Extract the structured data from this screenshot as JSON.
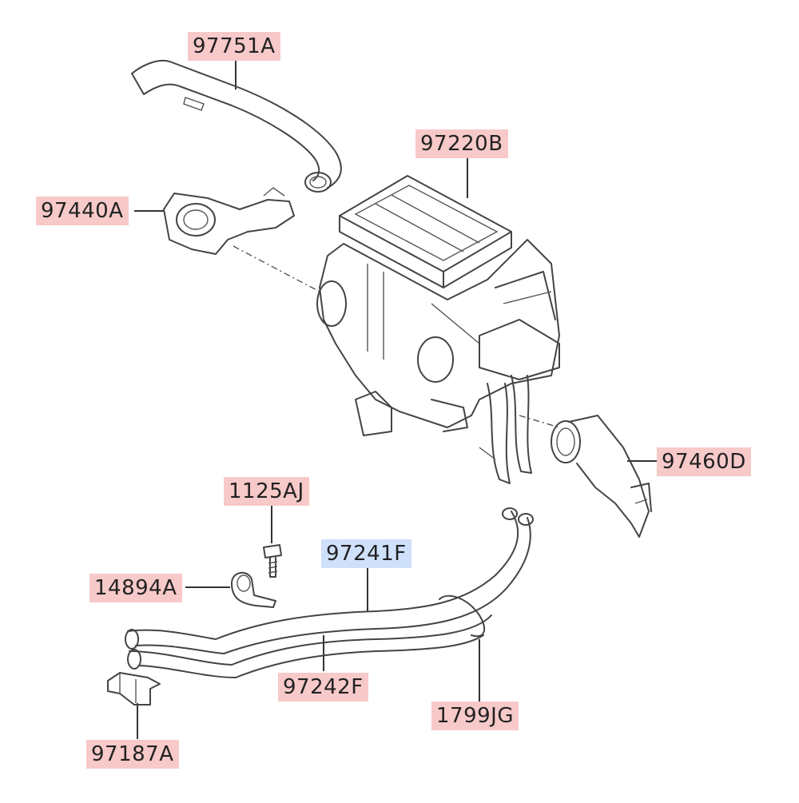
{
  "parts": [
    {
      "id": "p97751A",
      "number": "97751A",
      "selected": false
    },
    {
      "id": "p97220B",
      "number": "97220B",
      "selected": false
    },
    {
      "id": "p97440A",
      "number": "97440A",
      "selected": false
    },
    {
      "id": "p97460D",
      "number": "97460D",
      "selected": false
    },
    {
      "id": "p1125AJ",
      "number": "1125AJ",
      "selected": false
    },
    {
      "id": "p97241F",
      "number": "97241F",
      "selected": true
    },
    {
      "id": "p14894A",
      "number": "14894A",
      "selected": false
    },
    {
      "id": "p97242F",
      "number": "97242F",
      "selected": false
    },
    {
      "id": "p1799JG",
      "number": "1799JG",
      "selected": false
    },
    {
      "id": "p97187A",
      "number": "97187A",
      "selected": false
    }
  ],
  "colors": {
    "label_bg": "#f7c9c9",
    "label_selected_bg": "#cfe0fb",
    "line": "#333333"
  }
}
